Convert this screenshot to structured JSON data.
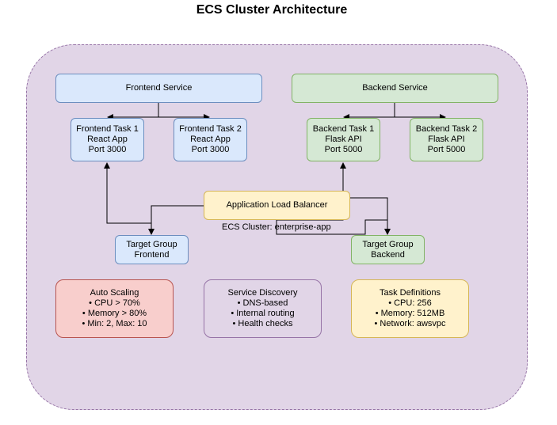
{
  "title": "ECS Cluster Architecture",
  "cluster_label": "ECS Cluster: enterprise-app",
  "services": {
    "frontend": "Frontend Service",
    "backend": "Backend Service"
  },
  "tasks": {
    "frontend_1": [
      "Frontend Task 1",
      "React App",
      "Port 3000"
    ],
    "frontend_2": [
      "Frontend Task 2",
      "React App",
      "Port 3000"
    ],
    "backend_1": [
      "Backend Task 1",
      "Flask API",
      "Port 5000"
    ],
    "backend_2": [
      "Backend Task 2",
      "Flask API",
      "Port 5000"
    ]
  },
  "load_balancer": "Application Load Balancer",
  "target_groups": {
    "frontend": [
      "Target Group",
      "Frontend"
    ],
    "backend": [
      "Target Group",
      "Backend"
    ]
  },
  "info_boxes": {
    "auto_scaling": [
      "Auto Scaling",
      "• CPU > 70%",
      "• Memory > 80%",
      "• Min: 2, Max: 10"
    ],
    "service_discovery": [
      "Service Discovery",
      "• DNS-based",
      "• Internal routing",
      "• Health checks"
    ],
    "task_definitions": [
      "Task Definitions",
      "• CPU: 256",
      "• Memory: 512MB",
      "• Network: awsvpc"
    ]
  }
}
